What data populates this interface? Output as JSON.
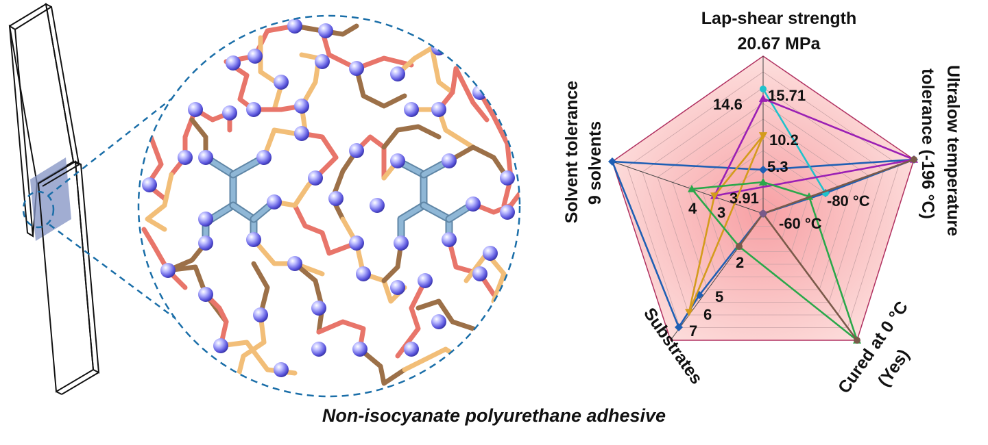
{
  "caption": "Non-isocyanate polyurethane adhesive",
  "radar": {
    "axes": [
      {
        "line1": "Lap-shear strength",
        "line2": "20.67 MPa"
      },
      {
        "line1": "Ultralow temperature",
        "line2": "tolerance (-196 °C)"
      },
      {
        "line1": "Cured at 0 °C",
        "line2": "(Yes)"
      },
      {
        "line1": "Substrates",
        "line2": ""
      },
      {
        "line1": "Solvent tolerance",
        "line2": "9 solvents"
      }
    ],
    "value_labels": {
      "l_15_71": "15.71",
      "l_14_6": "14.6",
      "l_10_2": "10.2",
      "l_5_3": "5.3",
      "l_3_91": "3.91",
      "l_m80": "-80 °C",
      "l_m60": "-60 °C",
      "l_4": "4",
      "l_3": "3",
      "l_2": "2",
      "l_5": "5",
      "l_6": "6",
      "l_7": "7"
    }
  },
  "chart_data": {
    "type": "radar",
    "axes": [
      "Lap-shear strength 20.67 MPa",
      "Ultralow temperature tolerance (-196 °C)",
      "Cured at 0 °C (Yes)",
      "Substrates",
      "Solvent tolerance 9 solvents"
    ],
    "series": [
      {
        "color": "#1f5fb4",
        "values": [
          5.3,
          -196,
          "Yes",
          7,
          9
        ]
      },
      {
        "color": "#1fc2cc",
        "values": [
          15.71,
          -80,
          null,
          5,
          null
        ]
      },
      {
        "color": "#9b1fb4",
        "values": [
          14.6,
          -196,
          null,
          null,
          null
        ]
      },
      {
        "color": "#d49b1c",
        "values": [
          10.2,
          null,
          null,
          6,
          3
        ]
      },
      {
        "color": "#2aa84a",
        "values": [
          3.91,
          -60,
          "Yes",
          null,
          4
        ]
      },
      {
        "color": "#7a5a4a",
        "values": [
          null,
          -196,
          "Yes",
          2,
          null
        ]
      }
    ],
    "colors": {
      "web_line": "#b03060",
      "fill_center": "#f7a0a4",
      "rod_red": "#e8756a",
      "rod_orange": "#f2be78",
      "rod_brown": "#9c7048",
      "rod_blue": "#8fb7d6",
      "bead": "#6a6ae6",
      "dashed": "#1a6ea8"
    }
  }
}
